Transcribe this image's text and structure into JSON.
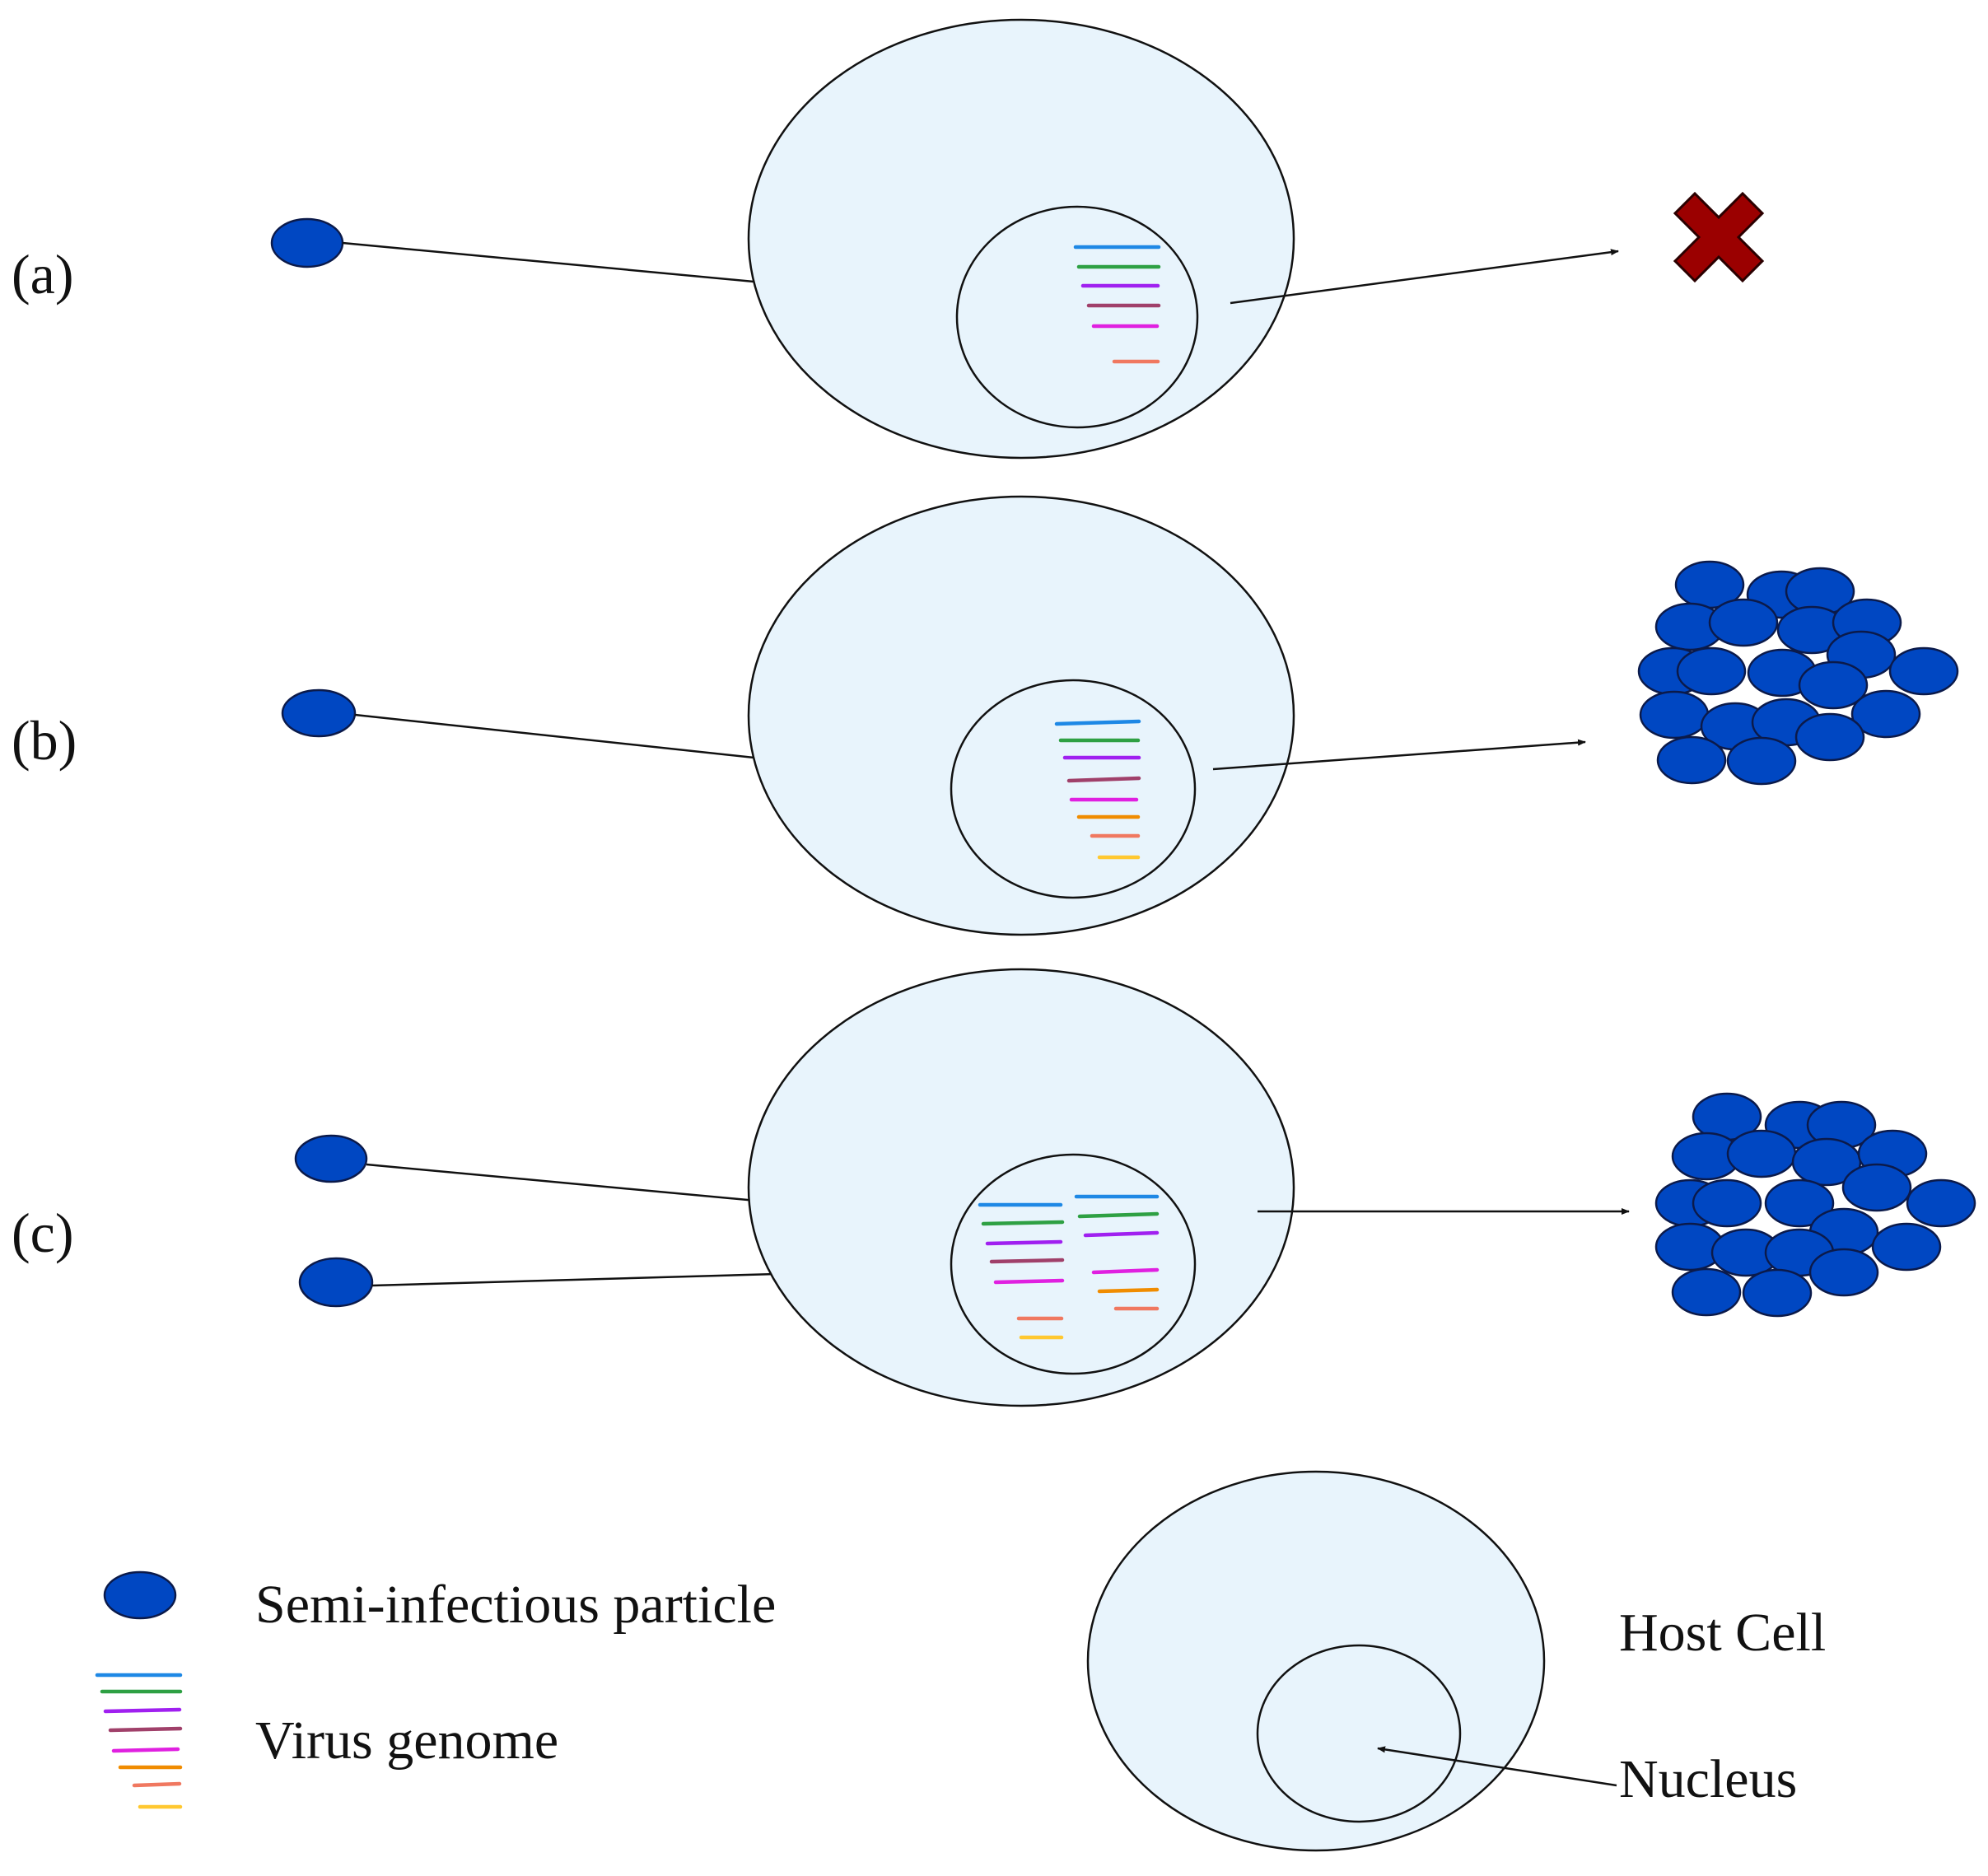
{
  "rows": [
    {
      "label": "(a)",
      "outcome": "no-progeny"
    },
    {
      "label": "(b)",
      "outcome": "progeny-cluster"
    },
    {
      "label": "(c)",
      "outcome": "progeny-cluster"
    }
  ],
  "legend": {
    "particle_label": "Semi-infectious particle",
    "genome_label": "Virus genome",
    "host_cell_label": "Host Cell",
    "nucleus_label": "Nucleus"
  },
  "colors": {
    "particle_fill": "#0047c2",
    "cell_fill": "#e8f4fc",
    "fail_mark": "#9b0000",
    "genome_segments": [
      "#1e88e5",
      "#2ea043",
      "#a020f0",
      "#a0406a",
      "#e020e0",
      "#f08c00",
      "#f07860",
      "#ffc830"
    ]
  },
  "icons": {
    "fail_mark": "cross-mark-icon",
    "particle": "oval-particle-icon"
  }
}
